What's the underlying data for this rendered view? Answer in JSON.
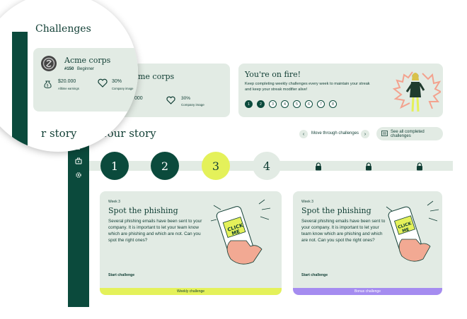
{
  "page": {
    "title": "Challenges"
  },
  "profile": {
    "name": "Acme corps",
    "rank": "#150",
    "level": "Beginner",
    "earnings_value": "$20.000",
    "earnings_label": "Alltime earnings",
    "image_value": "30%",
    "image_label": "Company image",
    "earnings_partial": "000",
    "name_partial": "me corps"
  },
  "streak": {
    "title": "You're on fire!",
    "body": "Keep completing weekly challenges every week to maintain your streak and keep your streak modifier alive!",
    "steps": [
      "1",
      "2",
      "3",
      "4",
      "5",
      "6",
      "7",
      "8"
    ],
    "completed": 2
  },
  "story": {
    "title": "Your story",
    "title_partial": "r story",
    "move_label": "Move through challenges",
    "see_all_label": "See all completed challenges",
    "steps": [
      "1",
      "2",
      "3",
      "4"
    ],
    "locked_count": 3
  },
  "challenges": [
    {
      "week": "Week 3",
      "title": "Spot the phishing",
      "body": "Several phishing emails have been sent to your company. It is important to let your team know which are phishing and which are not. Can you spot the right ones?",
      "start_label": "Start challenge",
      "banner": "Weekly challenge",
      "banner_color": "#e4f15a"
    },
    {
      "week": "Week 3",
      "title": "Spot the phishing",
      "body": "Several phishing emails have been sent to your company. It is important to let your team know which are phishing and which are not. Can you spot the right ones?",
      "start_label": "Start challenge",
      "banner": "Bonus challenge",
      "banner_color": "#a58cf0"
    }
  ],
  "illustration": {
    "sign_text": "CLICK ME"
  },
  "colors": {
    "primary": "#0b4a3c",
    "card": "#e2ebe4",
    "accent_lime": "#e4f15a",
    "accent_purple": "#a58cf0"
  }
}
